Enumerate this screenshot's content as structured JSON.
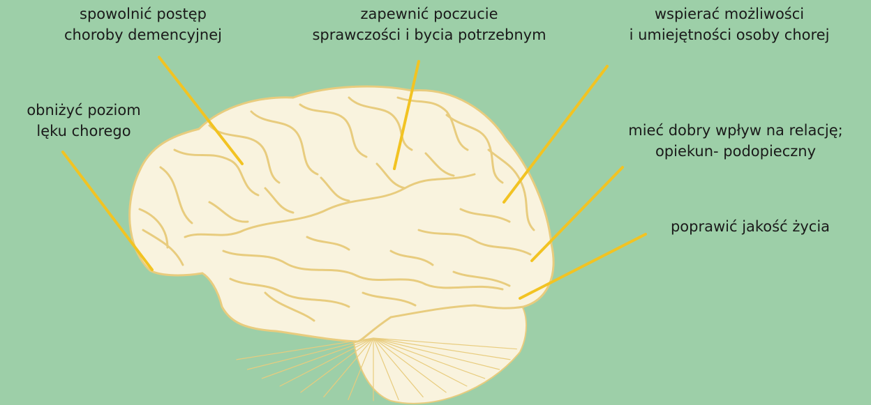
{
  "colors": {
    "background": "#9dcfa8",
    "brain_fill": "#f9f3de",
    "brain_outline": "#e8cc7e",
    "leader_line": "#f2c322",
    "text": "#1a1a1a"
  },
  "labels": {
    "slow_progress": {
      "line1": "spowolnić postęp",
      "line2": "choroby demencyjnej"
    },
    "sense_of_agency": {
      "line1": "zapewnić poczucie",
      "line2": "sprawczości i bycia potrzebnym"
    },
    "support_abilities": {
      "line1": "wspierać możliwości",
      "line2": "i umiejętności osoby chorej"
    },
    "reduce_anxiety": {
      "line1": "obniżyć poziom",
      "line2": "lęku chorego"
    },
    "relationship": {
      "line1": "mieć dobry wpływ na relację;",
      "line2": "opiekun- podopieczny"
    },
    "quality_of_life": {
      "line1": "poprawić jakość życia"
    }
  },
  "illustration": {
    "subject": "brain-side-view"
  }
}
